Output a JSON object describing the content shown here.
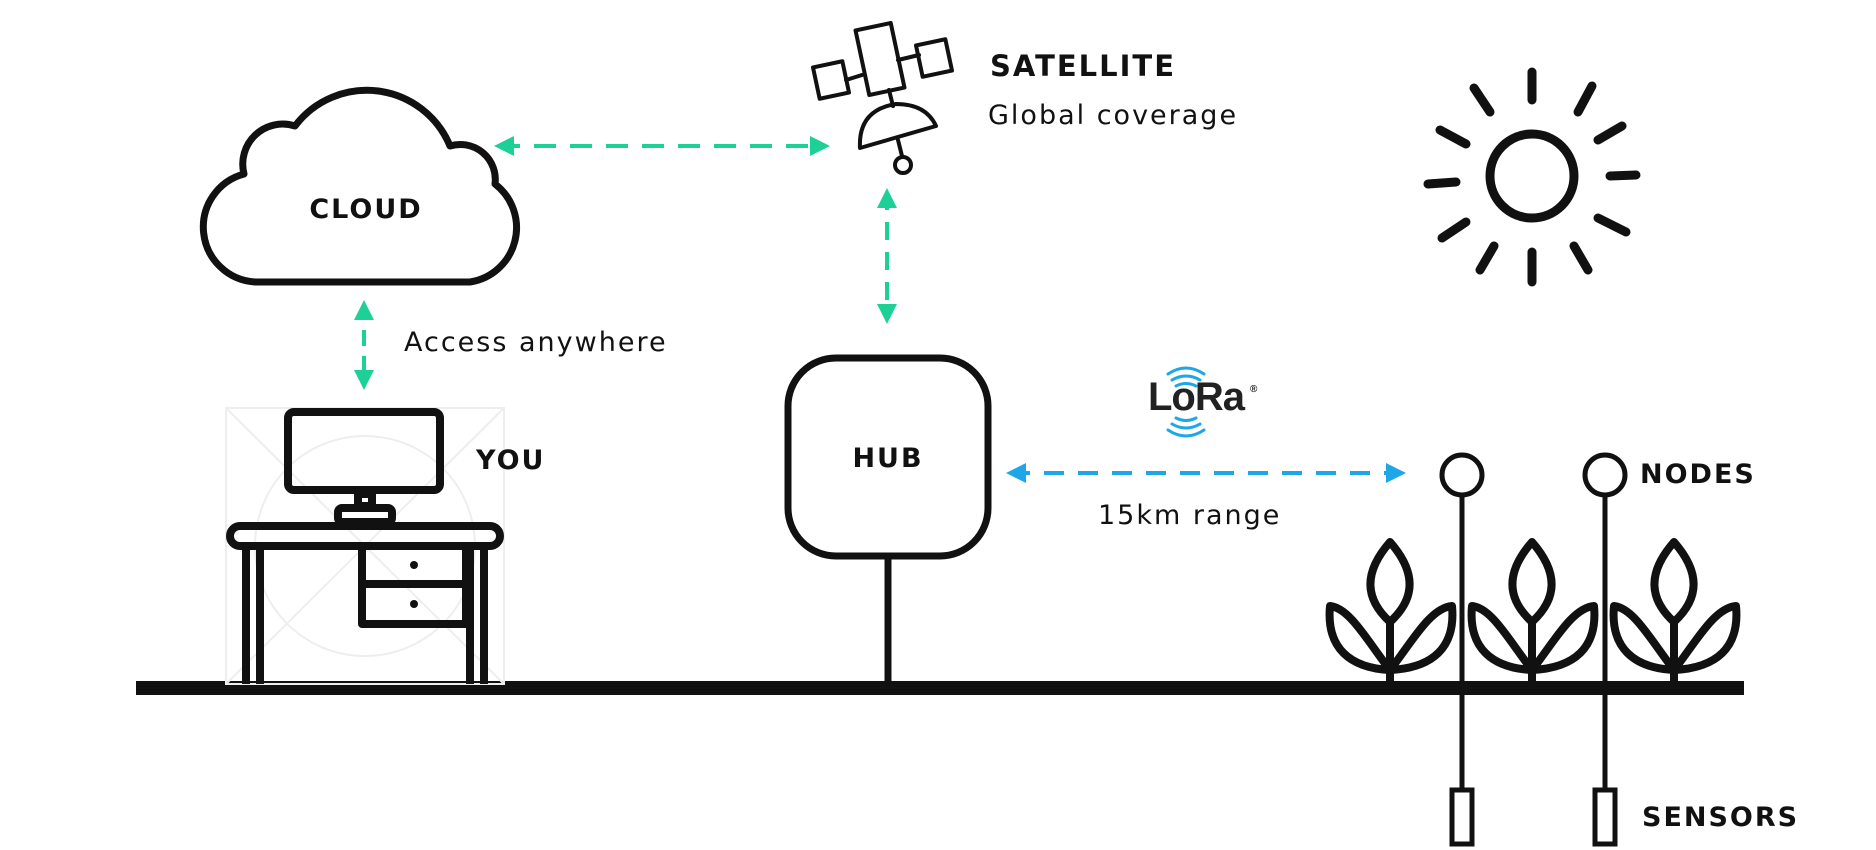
{
  "colors": {
    "link_green": "#1DD196",
    "lora_blue": "#1EA7E8",
    "ink": "#111111"
  },
  "labels": {
    "satellite_title": "SATELLITE",
    "satellite_subtitle": "Global coverage",
    "cloud": "CLOUD",
    "access": "Access anywhere",
    "you": "YOU",
    "hub": "HUB",
    "range": "15km range",
    "nodes": "NODES",
    "sensors": "SENSORS",
    "lora_logo": "LoRa",
    "lora_mark": "®"
  },
  "icons": {
    "satellite": "satellite-icon",
    "cloud": "cloud-icon",
    "sun": "sun-icon",
    "computer": "computer-icon",
    "desk": "desk-icon",
    "hub": "hub-device-icon",
    "lora": "lora-logo",
    "plant": "plant-icon",
    "node": "node-icon",
    "sensor": "sensor-icon"
  },
  "links": [
    {
      "id": "cloud-satellite",
      "style": "dashed",
      "color": "link_green"
    },
    {
      "id": "satellite-hub",
      "style": "dashed",
      "color": "link_green"
    },
    {
      "id": "cloud-you",
      "style": "dashed",
      "color": "link_green"
    },
    {
      "id": "hub-nodes",
      "style": "dashed",
      "color": "lora_blue"
    }
  ]
}
